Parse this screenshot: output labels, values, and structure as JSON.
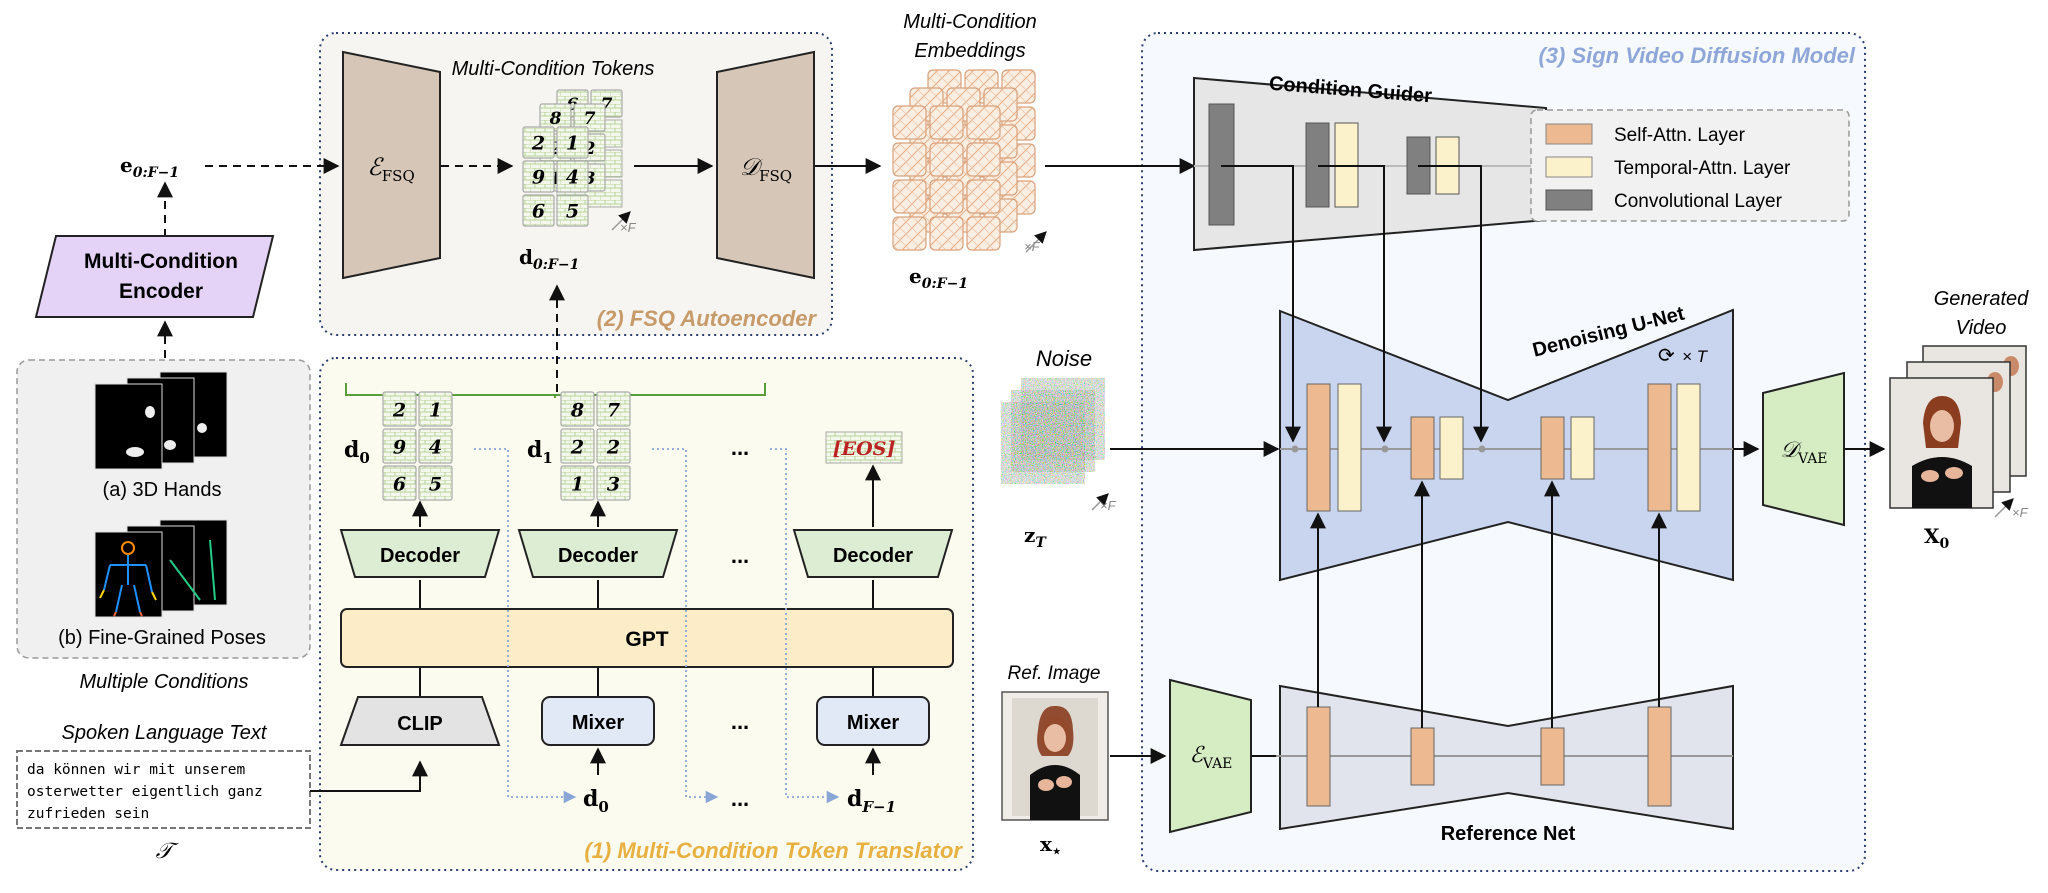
{
  "cond_encoder": {
    "label1": "Multi-Condition",
    "label2": "Encoder",
    "output": "e",
    "output_sub": "0:F−1"
  },
  "conditions": {
    "hands_label": "(a) 3D Hands",
    "poses_label": "(b) Fine-Grained Poses",
    "caption": "Multiple Conditions"
  },
  "spoken_text": {
    "title": "Spoken Language Text",
    "line1": "da können wir mit unserem",
    "line2": "osterwetter eigentlich ganz",
    "line3": "zufrieden sein",
    "symbol": "𝒯"
  },
  "fsq": {
    "title": "(2) FSQ Autoencoder",
    "tokens_title": "Multi-Condition Tokens",
    "enc": "ℰ",
    "enc_sub": "FSQ",
    "dec": "𝒟",
    "dec_sub": "FSQ",
    "d_label": "d",
    "d_sub": "0:F−1",
    "times_f": "×F",
    "front_tokens": [
      "2",
      "1",
      "9",
      "4",
      "6",
      "5"
    ],
    "mid_tokens": [
      "8",
      "7",
      "2",
      "2",
      "1",
      "3"
    ],
    "back_tokens": [
      "6",
      "7"
    ]
  },
  "embeddings": {
    "title1": "Multi-Condition",
    "title2": "Embeddings",
    "label": "e",
    "label_sub": "0:F−1",
    "times_f": "×F"
  },
  "translator": {
    "title": "(1) Multi-Condition Token Translator",
    "gpt": "GPT",
    "clip": "CLIP",
    "mixer": "Mixer",
    "decoder": "Decoder",
    "ellipsis": "...",
    "eos": "[EOS]",
    "d0": "d",
    "d0_sub": "0",
    "d1": "d",
    "d1_sub": "1",
    "dF": "d",
    "dF_sub": "F−1",
    "d0_tokens": [
      "2",
      "1",
      "9",
      "4",
      "6",
      "5"
    ],
    "d1_tokens": [
      "8",
      "7",
      "2",
      "2",
      "1",
      "3"
    ]
  },
  "diffusion": {
    "title": "(3) Sign Video Diffusion Model",
    "guider": "Condition Guider",
    "unet": "Denoising U-Net",
    "refnet": "Reference Net",
    "repeat": "× T",
    "legend": {
      "self": "Self-Attn. Layer",
      "temporal": "Temporal-Attn. Layer",
      "conv": "Convolutional Layer"
    }
  },
  "noise": {
    "title": "Noise",
    "label": "z",
    "label_sub": "T",
    "times_f": "×F"
  },
  "ref_image": {
    "title": "Ref. Image",
    "label": "x",
    "label_sub": "⋆"
  },
  "vae": {
    "enc": "ℰ",
    "enc_sub": "VAE",
    "dec": "𝒟",
    "dec_sub": "VAE"
  },
  "output": {
    "title1": "Generated",
    "title2": "Video",
    "label": "X",
    "label_sub": "0",
    "times_f": "×F"
  },
  "colors": {
    "self_attn": "#EDB990",
    "temporal_attn": "#FBF1CB",
    "conv": "#808080",
    "encoder_purple": "#E4D2F7",
    "vae_green": "#D6EDC4",
    "unet_blue": "#C9D5EE",
    "trans_bg": "#FBFBF0",
    "fsq_bg": "#F7F5F1",
    "gpt_fill": "#FCECC8"
  }
}
